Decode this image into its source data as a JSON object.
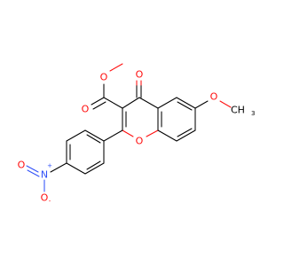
{
  "molecule": {
    "atoms": {
      "carbonyl_oxygen": "O",
      "ester_ether_oxygen": "O",
      "methyl_ester_carbon": "",
      "ester_carbonyl_oxygen": "O",
      "ring_oxygen": "O",
      "methoxy_oxygen": "O",
      "methoxy_methyl": "CH",
      "methoxy_methyl_subscript": "3",
      "nitro_nitrogen": "N",
      "nitro_nitrogen_charge": "+",
      "nitro_oxygen_1": "O",
      "nitro_oxygen_2": "O",
      "nitro_oxygen_charge": "-"
    },
    "colors": {
      "carbon": "#000000",
      "oxygen": "#ff0d0d",
      "nitrogen": "#3050f8"
    }
  }
}
